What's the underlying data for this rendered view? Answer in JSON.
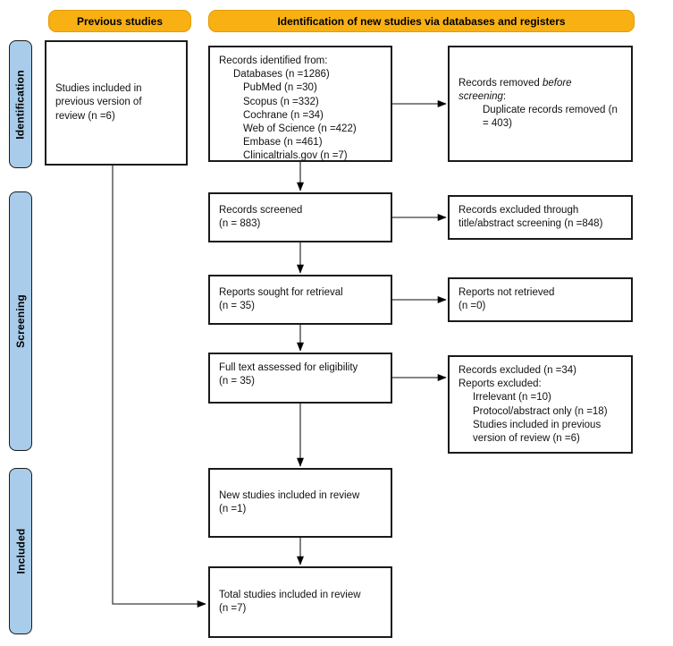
{
  "colors": {
    "header_bg": "#F9B013",
    "sidebar_bg": "#A8CCEA",
    "border_color": "#1a1a1a",
    "line_color": "#3d3d3d"
  },
  "headers": {
    "previous_studies": "Previous studies",
    "identification_new": "Identification of new studies via databases and registers"
  },
  "sidebar": {
    "identification": "Identification",
    "screening": "Screening",
    "included": "Included"
  },
  "boxes": {
    "previous_included": {
      "l0": "Studies included in",
      "l1": "previous version of",
      "l2": "review (n =6)"
    },
    "records_identified": {
      "l0": "Records identified from:",
      "l1": "Databases (n =1286)",
      "l2": "PubMed (n =30)",
      "l3": "Scopus (n =332)",
      "l4": "Cochrane (n =34)",
      "l5": "Web of Science (n =422)",
      "l6": "Embase (n =461)",
      "l7": "Clinicaltrials.gov (n =7)"
    },
    "records_removed": {
      "l0_normal": "Records removed ",
      "l0_italic": "before",
      "l1_italic": "screening",
      "l1_normal": ":",
      "detail_l0": "Duplicate records removed (n",
      "detail_l1": "= 403)"
    },
    "records_screened": {
      "l0": "Records screened",
      "l1": "(n = 883)"
    },
    "records_excluded_screening": {
      "l0": "Records excluded through",
      "l1": "title/abstract screening (n =848)"
    },
    "reports_sought": {
      "l0": "Reports sought for retrieval",
      "l1": "(n = 35)"
    },
    "reports_not_retrieved": {
      "l0": "Reports not retrieved",
      "l1": "(n =0)"
    },
    "fulltext_assessed": {
      "l0": "Full text assessed for eligibility",
      "l1": "(n = 35)"
    },
    "records_excluded_fulltext": {
      "l0": "Records excluded (n =34)",
      "l1": "Reports excluded:",
      "l2": "Irrelevant (n =10)",
      "l3": "Protocol/abstract only (n =18)",
      "l4": "Studies included in previous",
      "l5": "version of review (n =6)"
    },
    "new_studies": {
      "l0": "New studies included in review",
      "l1": "(n =1)"
    },
    "total_studies": {
      "l0": "Total studies included in review",
      "l1": "(n =7)"
    }
  }
}
